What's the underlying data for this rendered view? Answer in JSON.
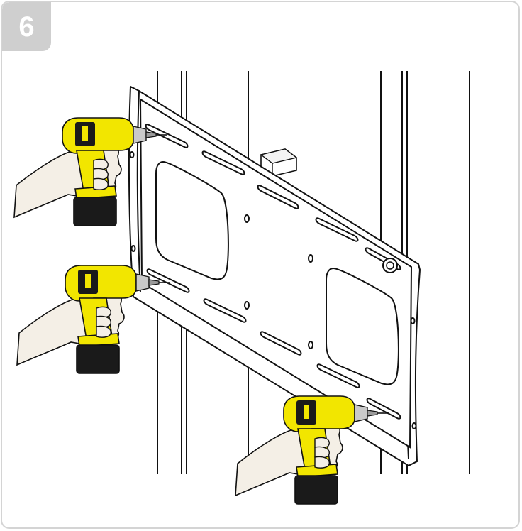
{
  "step": {
    "number": "6"
  },
  "colors": {
    "frame_border": "#d4d4d4",
    "badge_background": "#cfcfcf",
    "badge_text": "#ffffff",
    "line_art": "#111111",
    "drill_body": "#f2e600",
    "drill_battery": "#1a1a1a",
    "hand_skin": "#f4efe6"
  },
  "illustration": {
    "subject": "wall-mount-bracket-installation",
    "tools": [
      "cordless-drill",
      "cordless-drill",
      "cordless-drill"
    ],
    "parts": [
      "wall-mount-plate",
      "wall-studs",
      "level-bubble",
      "stud-finder-block"
    ]
  }
}
